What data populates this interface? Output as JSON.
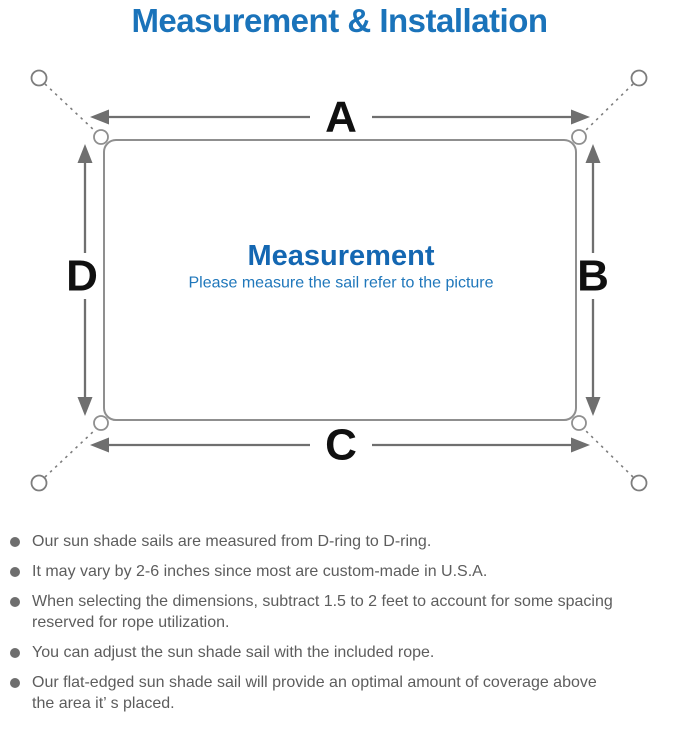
{
  "title": "Measurement & Installation",
  "diagram": {
    "labels": {
      "top": "A",
      "right": "B",
      "bottom": "C",
      "left": "D"
    },
    "center_heading": "Measurement",
    "center_subtext": "Please measure the sail refer to the picture"
  },
  "notes": {
    "items": [
      {
        "text": "Our sun shade sails are measured from D-ring to D-ring."
      },
      {
        "text": "It may vary by 2-6 inches since most are custom-made in U.S.A."
      },
      {
        "text": "When selecting the dimensions, subtract 1.5 to 2 feet to account for some spacing\nreserved for rope utilization."
      },
      {
        "text": "You can adjust the sun shade sail with the included rope."
      },
      {
        "text": "Our flat-edged sun shade sail will provide an optimal amount of coverage above\nthe area it’ s placed."
      }
    ]
  },
  "colors": {
    "title_blue": "#1a73ba",
    "heading_blue": "#1467b2",
    "subtext_blue": "#1f77bb",
    "outline_gray": "#8f8f8f",
    "arrow_gray": "#6f6f6f",
    "note_text_gray": "#5d5d5d",
    "letter_black": "#101010"
  }
}
